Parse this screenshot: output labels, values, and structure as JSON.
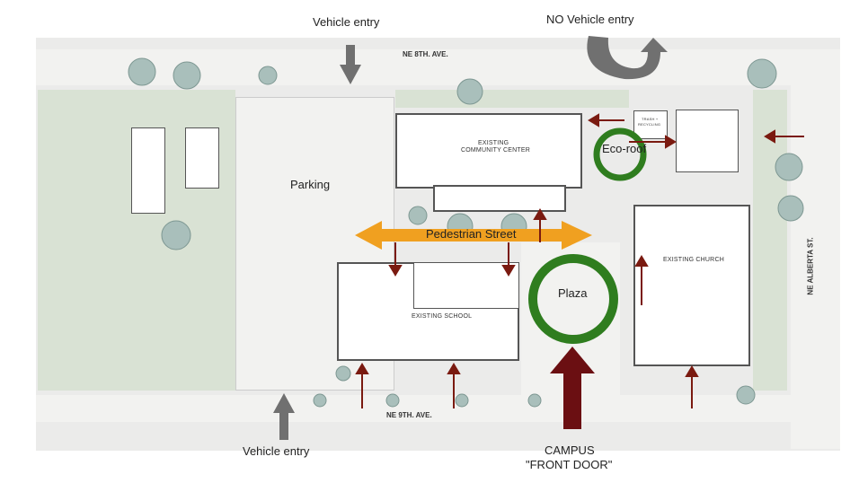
{
  "labels": {
    "vehicle_entry_top": "Vehicle entry",
    "no_vehicle_entry": "NO Vehicle entry",
    "vehicle_entry_bottom": "Vehicle entry",
    "parking": "Parking",
    "pedestrian_street": "Pedestrian Street",
    "eco_roof": "Eco-roof",
    "plaza": "Plaza",
    "campus_front_door_line1": "CAMPUS",
    "campus_front_door_line2": "\"FRONT DOOR\""
  },
  "streets": {
    "north": "NE 8TH. AVE.",
    "south": "NE 9TH. AVE.",
    "east": "NE ALBERTA ST."
  },
  "buildings": {
    "community_center_line1": "EXISTING",
    "community_center_line2": "COMMUNITY CENTER",
    "school": "EXISTING SCHOOL",
    "church": "EXISTING CHURCH",
    "trash_line1": "TRASH +",
    "trash_line2": "RECYCLING"
  },
  "colors": {
    "arrow_red": "#7a1a10",
    "front_door": "#6b0f12",
    "pedestrian_orange": "#f0a020",
    "circle_green": "#2f7d1f",
    "vehicle_gray": "#707070"
  }
}
